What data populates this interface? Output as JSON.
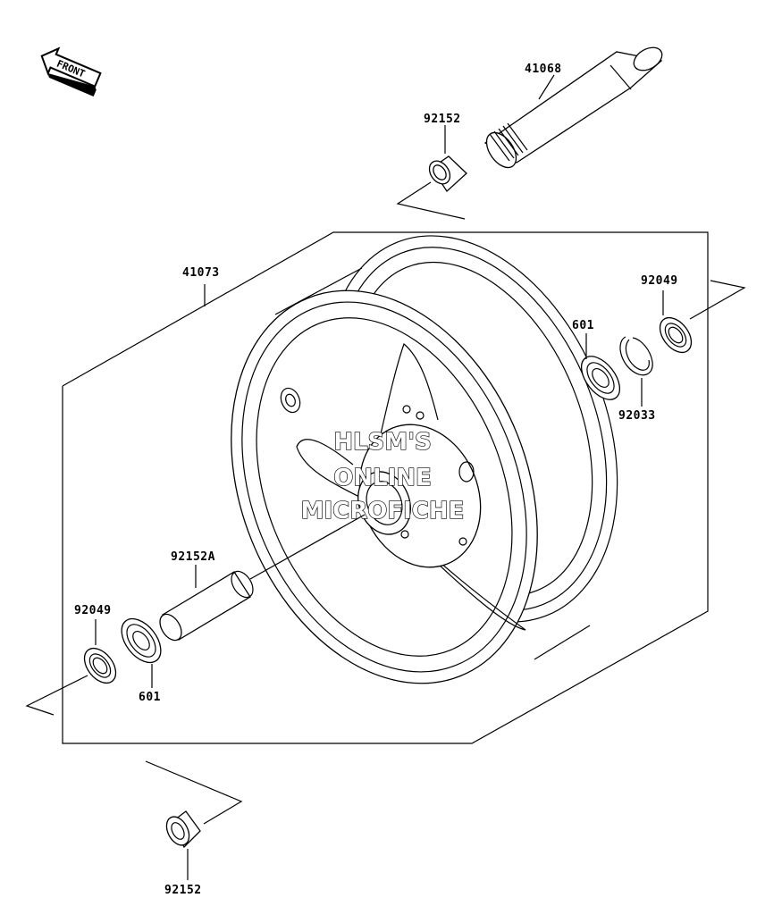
{
  "diagram": {
    "front_arrow_label": "FRONT",
    "watermark": [
      "HLSM'S",
      "ONLINE",
      "MICROFICHE"
    ],
    "parts": {
      "axle": "41068",
      "collar_top": "92152",
      "wheel": "41073",
      "seal_right": "92049",
      "bearing_right": "601",
      "circlip": "92033",
      "spacer": "92152A",
      "seal_left": "92049",
      "bearing_left": "601",
      "collar_bottom": "92152"
    },
    "colors": {
      "line": "#000000",
      "background": "#ffffff"
    }
  }
}
